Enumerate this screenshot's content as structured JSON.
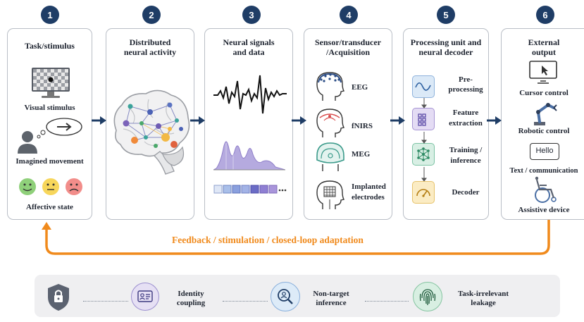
{
  "steps": [
    {
      "num": "1",
      "title": "Task/stimulus",
      "items": [
        "Visual stimulus",
        "Imagined movement",
        "Affective state"
      ]
    },
    {
      "num": "2",
      "title_l1": "Distributed",
      "title_l2": "neural activity"
    },
    {
      "num": "3",
      "title_l1": "Neural signals",
      "title_l2": "and data"
    },
    {
      "num": "4",
      "title_l1": "Sensor/transducer",
      "title_l2": "/Acquisition",
      "items": [
        "EEG",
        "fNIRS",
        "MEG",
        "Implanted",
        "electrodes"
      ]
    },
    {
      "num": "5",
      "title_l1": "Processing unit and",
      "title_l2": "neural decoder",
      "items": [
        "Pre-",
        "processing",
        "Feature",
        "extraction",
        "Training /",
        "inference",
        "Decoder"
      ]
    },
    {
      "num": "6",
      "title_l1": "External",
      "title_l2": "output",
      "items": [
        "Cursor control",
        "Robotic control",
        "Text / communication",
        "Assistive device"
      ],
      "hello": "Hello"
    }
  ],
  "feedback": "Feedback / stimulation / closed-loop adaptation",
  "risks": [
    {
      "l1": "Identity",
      "l2": "coupling",
      "icon": "id-card-icon"
    },
    {
      "l1": "Non-target",
      "l2": "inference",
      "icon": "magnifier-person-icon"
    },
    {
      "l1": "Task-irrelevant",
      "l2": "leakage",
      "icon": "fingerprint-icon"
    }
  ],
  "colors": {
    "navy": "#1f3d66",
    "orange": "#f08a1c",
    "purple": "#8f7fc9",
    "border": "#b9bec6",
    "bar": "#efeff1"
  }
}
